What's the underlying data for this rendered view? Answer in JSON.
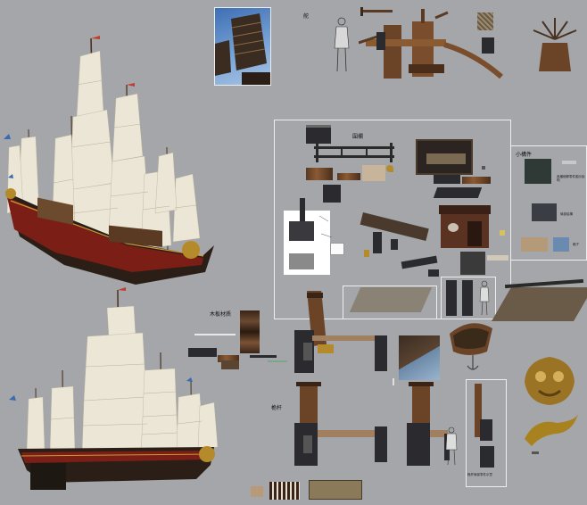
{
  "labels": {
    "top_title": "舵",
    "railing_title": "圍欄",
    "small_parts_title": "小構件",
    "planks_title": "木板材质",
    "mast_title": "桅杆"
  },
  "notes": {
    "small_note_1": "各種細節零件圖示說明",
    "small_note_2": "局部結構",
    "small_note_3": "箱子",
    "mast_note": "桅杆局部零件示意"
  },
  "colors": {
    "background": "#a5a6a9",
    "sail": "#ece6d6",
    "hull_dark": "#2a1e16",
    "hull_red": "#7a1e16",
    "gold": "#b48a2a",
    "frame": "#eeeeee"
  }
}
